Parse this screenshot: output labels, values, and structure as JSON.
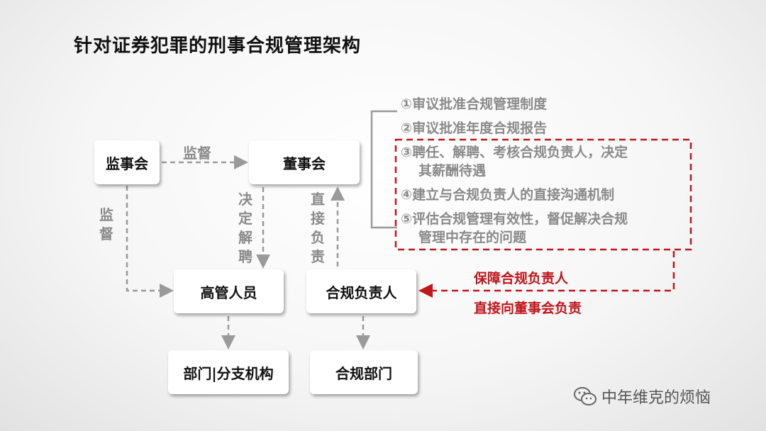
{
  "title": "针对证券犯罪的刑事合规管理架构",
  "boxes": {
    "jianshi": "监事会",
    "dongshi": "董事会",
    "gaoguan": "高管人员",
    "hegui": "合规负责人",
    "bumen": "部门|分支机构",
    "hegui_bumen": "合规部门"
  },
  "labels": {
    "jiandu_h": "监督",
    "jiandu_v": "监督",
    "jueding": "决定解聘",
    "zhijie": "直接负责"
  },
  "duties": {
    "d1": "①审议批准合规管理制度",
    "d2": "②审议批准年度合规报告",
    "d3": "③聘任、解聘、考核合规负责人，决定",
    "d3b": "其薪酬待遇",
    "d4": "④建立与合规负责人的直接沟通机制",
    "d5": "⑤评估合规管理有效性，督促解决合规",
    "d5b": "管理中存在的问题"
  },
  "red_notes": {
    "r1": "保障合规负责人",
    "r2": "直接向董事会负责"
  },
  "watermark": {
    "text": "中年维克的烦恼",
    "icon": "wechat-icon"
  },
  "colors": {
    "accent_red": "#c0161c",
    "gray_text": "#8a8a8a",
    "arrow_gray": "#9a9a9a"
  }
}
